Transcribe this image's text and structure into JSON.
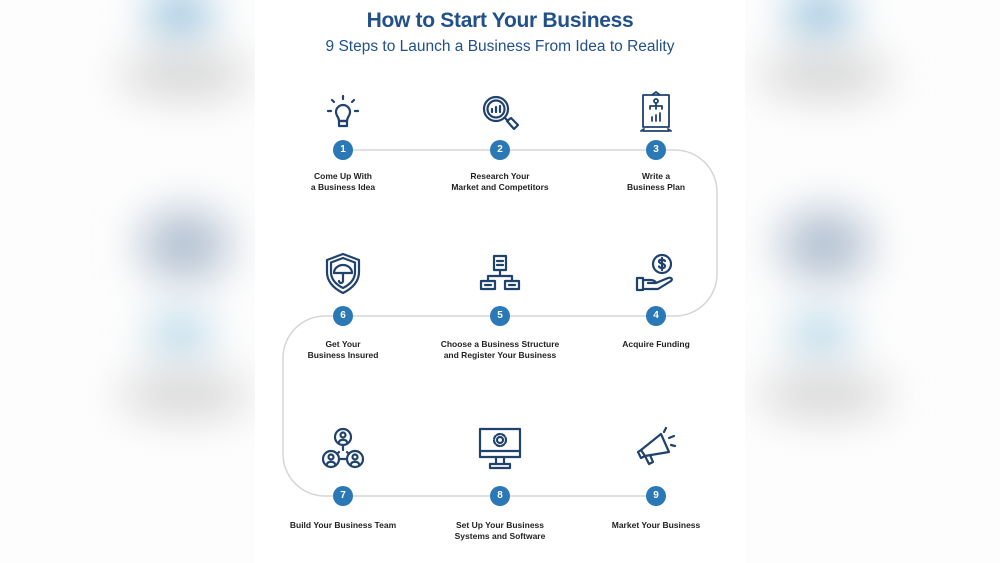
{
  "title": "How to Start Your Business",
  "subtitle": "9 Steps to Launch a Business From Idea to Reality",
  "colors": {
    "title": "#21508a",
    "step_circle": "#2a78b5",
    "icon": "#1f426e",
    "path": "#d6d6d6"
  },
  "steps": [
    {
      "number": "1",
      "label": "Come Up With\na Business Idea",
      "icon": "lightbulb-icon"
    },
    {
      "number": "2",
      "label": "Research Your\nMarket and Competitors",
      "icon": "magnifier-chart-icon"
    },
    {
      "number": "3",
      "label": "Write a\nBusiness Plan",
      "icon": "clipboard-plan-icon"
    },
    {
      "number": "4",
      "label": "Acquire Funding",
      "icon": "hand-dollar-icon"
    },
    {
      "number": "5",
      "label": "Choose a Business Structure\nand Register Your Business",
      "icon": "org-structure-icon"
    },
    {
      "number": "6",
      "label": "Get Your\nBusiness Insured",
      "icon": "shield-umbrella-icon"
    },
    {
      "number": "7",
      "label": "Build Your Business Team",
      "icon": "team-icon"
    },
    {
      "number": "8",
      "label": "Set Up Your Business\nSystems and Software",
      "icon": "monitor-gear-icon"
    },
    {
      "number": "9",
      "label": "Market Your Business",
      "icon": "megaphone-icon"
    }
  ]
}
